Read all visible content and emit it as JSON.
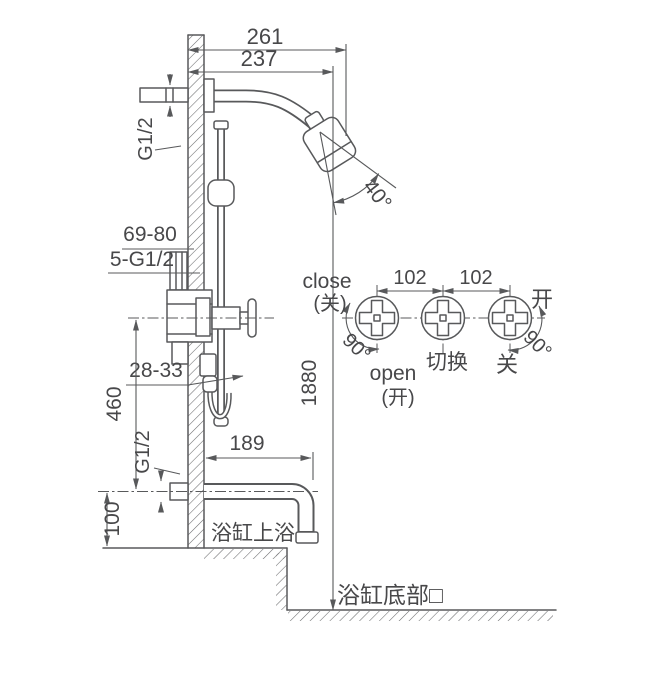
{
  "diagram": {
    "kind": "shower-system-installation-drawing",
    "dims": {
      "width_total": "261",
      "width_arm": "237",
      "head_angle": "40°",
      "arm_thread": "G1/2",
      "inlet_span": "69-80",
      "inlet_thread": "5-G1/2",
      "wall_depth": "28-33",
      "valve_to_spout": "460",
      "spout_thread": "G1/2",
      "spout_to_rim": "100",
      "spout_reach": "189",
      "head_height": "1880",
      "spacing_left": "102",
      "spacing_right": "102",
      "turn_left": "90°",
      "turn_right": "90°"
    },
    "labels": {
      "close_en": "close",
      "close_zh": "(关)",
      "open_en": "open",
      "open_zh": "(开)",
      "divert": "切换",
      "open_short": "开",
      "close_short": "关",
      "tub_rim": "浴缸上浴",
      "tub_bottom": "浴缸底部□"
    },
    "colors": {
      "line": "#58595b",
      "text": "#48484a",
      "background": "#ffffff"
    }
  }
}
